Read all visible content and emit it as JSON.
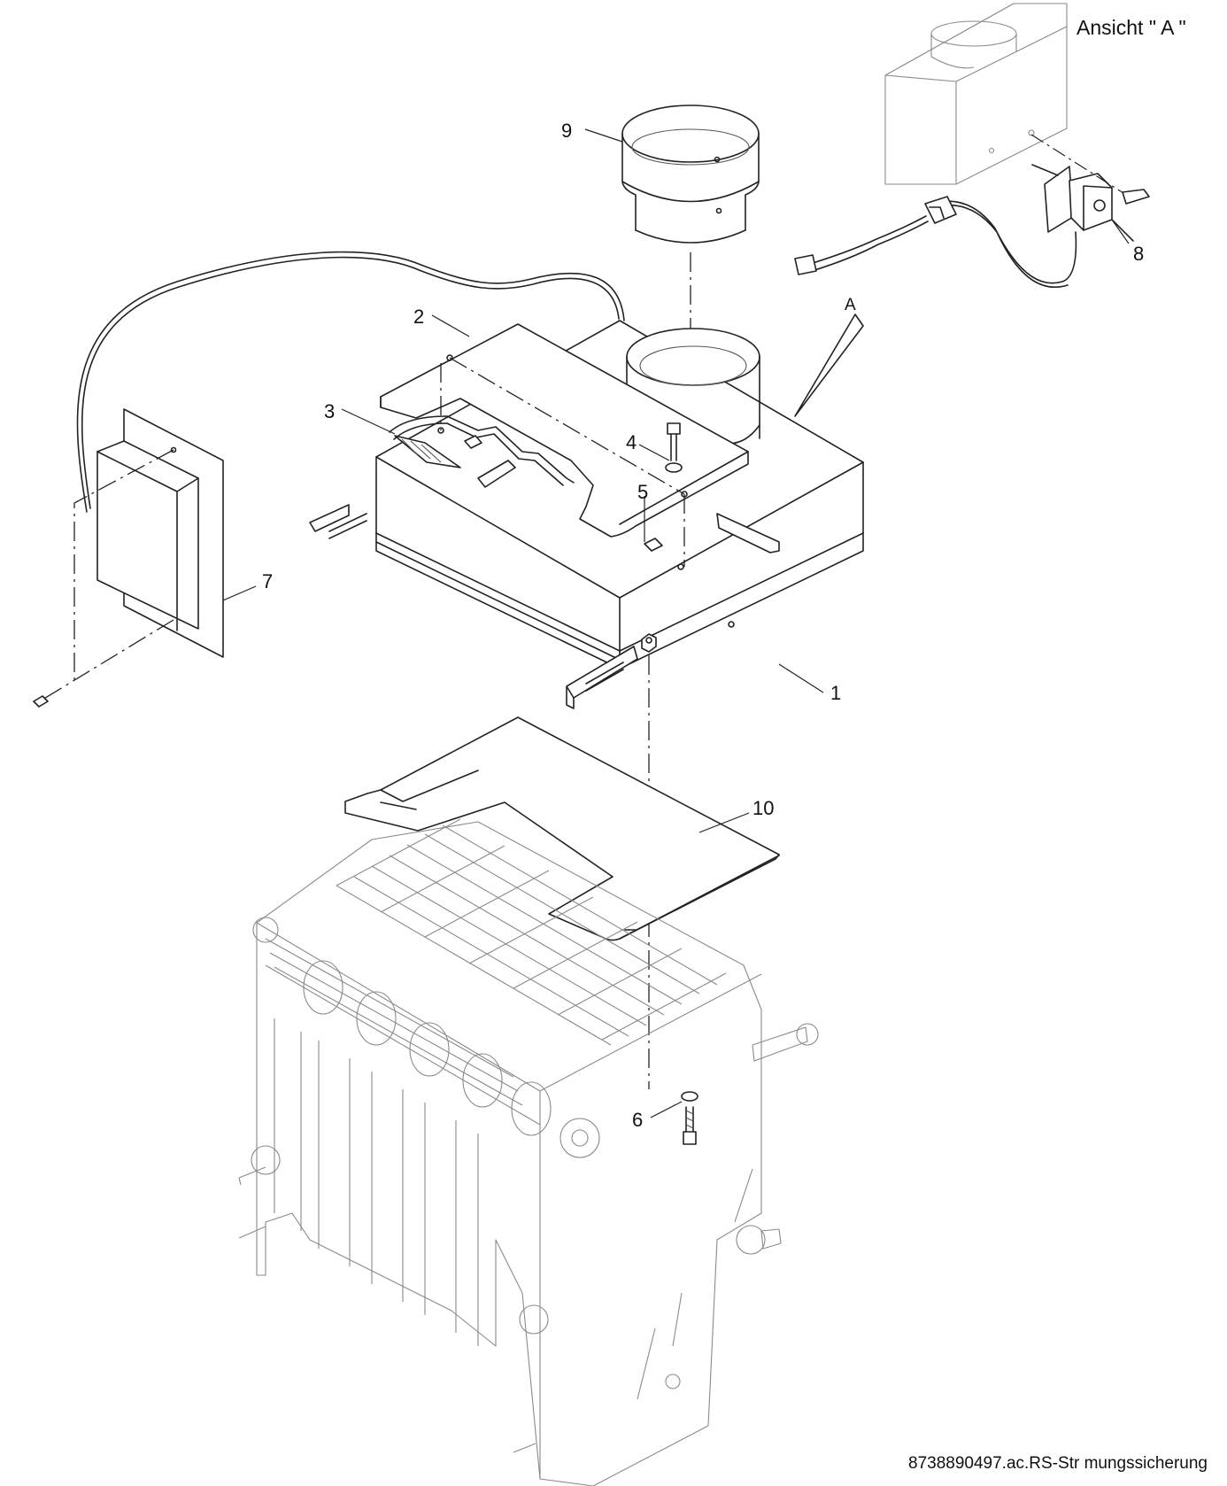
{
  "view_label": "Ansicht \" A \"",
  "view_arrow_letter": "A",
  "document_id": "8738890497.ac.RS-Str mungssicherung",
  "callouts": [
    "1",
    "2",
    "3",
    "4",
    "5",
    "6",
    "7",
    "8",
    "9",
    "10"
  ]
}
